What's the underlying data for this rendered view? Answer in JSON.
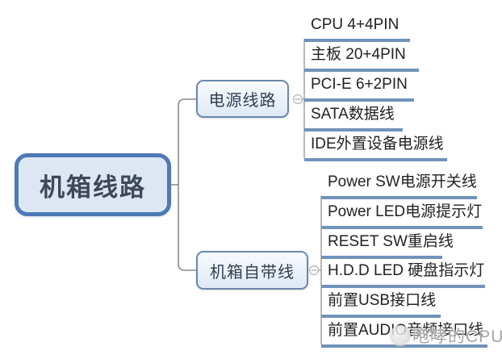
{
  "root": {
    "label": "机箱线路"
  },
  "branches": [
    {
      "label": "电源线路",
      "children": [
        "CPU 4+4PIN",
        "主板 20+4PIN",
        "PCI-E 6+2PIN",
        "SATA数据线",
        "IDE外置设备电源线"
      ]
    },
    {
      "label": "机箱自带线",
      "children": [
        "Power SW电源开关线",
        "Power LED电源提示灯",
        "RESET SW重启线",
        "H.D.D LED 硬盘指示灯",
        "前置USB接口线",
        "前置AUDIO音频接口线"
      ]
    }
  ],
  "watermark": {
    "text": "咆哮的CPU"
  },
  "colors": {
    "root_border": "#4e7ab5",
    "root_fill": "#dde7f3",
    "branch_border": "#6b87ab",
    "branch_fill": "#e8eef7",
    "leaf_underline": "#7193b9",
    "connector": "#8a8a8a",
    "root_text": "#3d4859",
    "leaf_text": "#222222",
    "watermark_text": "#949494"
  }
}
